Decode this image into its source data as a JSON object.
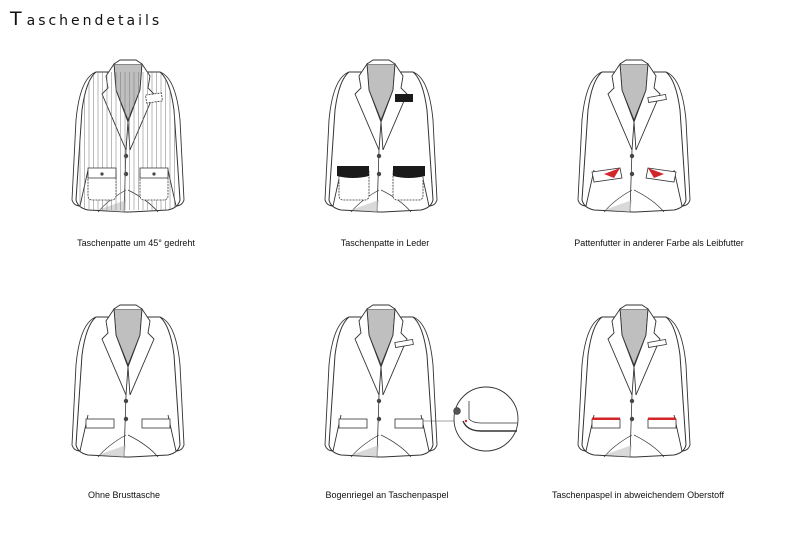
{
  "page": {
    "title": "Taschendetails"
  },
  "figures": [
    {
      "caption": "Taschenpatte um 45° gedreht",
      "variant": "stripes-flap-rotated"
    },
    {
      "caption": "Taschenpatte in Leder",
      "variant": "leather-flap"
    },
    {
      "caption": "Pattenfutter in anderer Farbe als Leibfutter",
      "variant": "red-flap-lining"
    },
    {
      "caption": "Ohne Brusttasche",
      "variant": "no-breast-pocket"
    },
    {
      "caption": "Bogenriegel an Taschenpaspel",
      "variant": "bartack-detail"
    },
    {
      "caption": "Taschenpaspel in abweichendem Oberstoff",
      "variant": "red-piping"
    }
  ],
  "colors": {
    "line": "#333333",
    "lining": "#bfbfbf",
    "leather": "#1a1a1a",
    "accent_red": "#d3262b"
  }
}
